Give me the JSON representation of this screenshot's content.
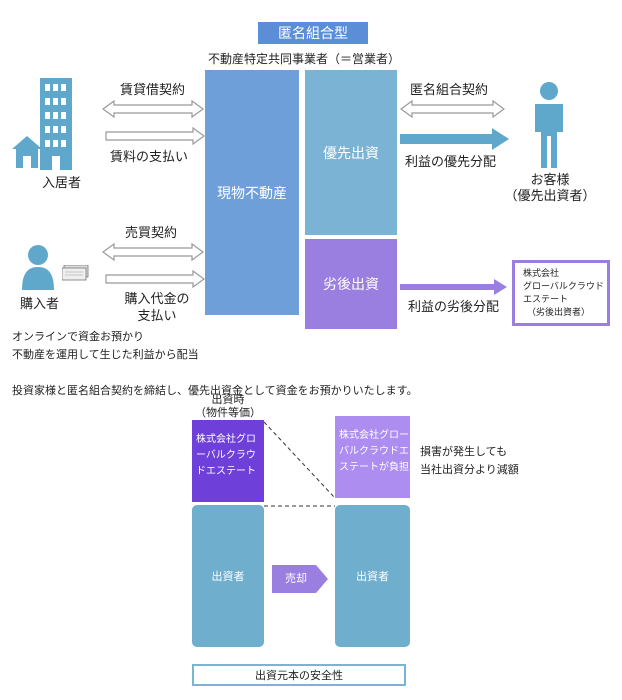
{
  "header": {
    "badge": "匿名組合型",
    "subtitle": "不動産特定共同事業者（＝営業者）"
  },
  "left": {
    "tenant_label": "入居者",
    "lease_contract": "賃貸借契約",
    "rent_payment": "賃料の支払い",
    "buyer_label": "購入者",
    "sale_contract": "売買契約",
    "purchase_payment_1": "購入代金の",
    "purchase_payment_2": "支払い"
  },
  "center": {
    "property_block": "現物不動産",
    "priority_block": "優先出資",
    "subordinate_block": "劣後出資"
  },
  "right": {
    "anon_contract": "匿名組合契約",
    "priority_distribution": "利益の優先分配",
    "customer_label_1": "お客様",
    "customer_label_2": "（優先出資者）",
    "subordinate_distribution": "利益の劣後分配",
    "sub_box_1": "株式会社",
    "sub_box_2": "グローバルクラウド",
    "sub_box_3": "エステート",
    "sub_box_4": "（劣後出資者）"
  },
  "notes": {
    "online_1": "オンラインで資金お預かり",
    "online_2": "不動産を運用して生じた利益から配当",
    "intro": "投資家様と匿名組合契約を締結し、優先出資金として資金をお預かりいたします。"
  },
  "safety": {
    "time_label_1": "出資時",
    "time_label_2": "（物件等価）",
    "left_top_1": "株式会社グロ",
    "left_top_2": "ーバルクラウ",
    "left_top_3": "ドエステート",
    "right_top_1": "株式会社グロー",
    "right_top_2": "バルクラウドエ",
    "right_top_3": "ステートが負担",
    "loss_note_1": "損害が発生しても",
    "loss_note_2": "当社出資分より減額",
    "left_bottom": "出資者",
    "right_bottom": "出資者",
    "sale_arrow": "売却",
    "caption": "出資元本の安全性"
  },
  "colors": {
    "badge": "#5b8ed6",
    "property": "#6f9fd8",
    "priority": "#7bb3d4",
    "subordinate": "#9a7fe0",
    "person_icon": "#5fa8cc",
    "dark_purple": "#6f3fd9",
    "light_purple": "#ad8ef0",
    "investor": "#6faecd",
    "arrow_fill": "#5fa8cc",
    "arrow_outline": "#999999"
  }
}
